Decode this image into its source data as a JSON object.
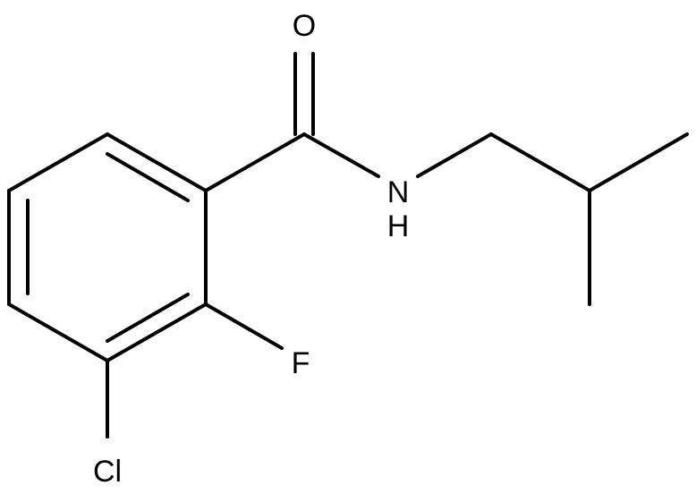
{
  "atoms": {
    "O": "O",
    "N": "N",
    "H": "H",
    "F": "F",
    "Cl": "Cl"
  },
  "colors": {
    "bond": "#000000",
    "label": "#000000",
    "background": "#ffffff"
  }
}
